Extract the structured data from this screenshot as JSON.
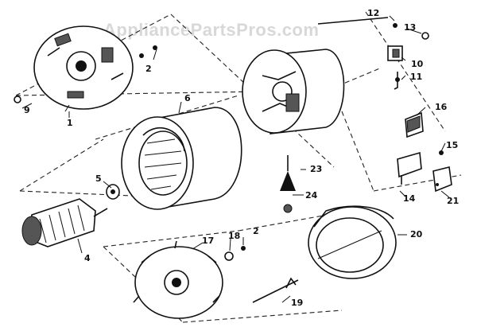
{
  "watermark": "AppliancePartsPros.com",
  "callouts": [
    "1",
    "2",
    "4",
    "5",
    "6",
    "9",
    "10",
    "11",
    "12",
    "13",
    "14",
    "15",
    "16",
    "17",
    "18",
    "2",
    "19",
    "20",
    "21",
    "23",
    "24"
  ]
}
